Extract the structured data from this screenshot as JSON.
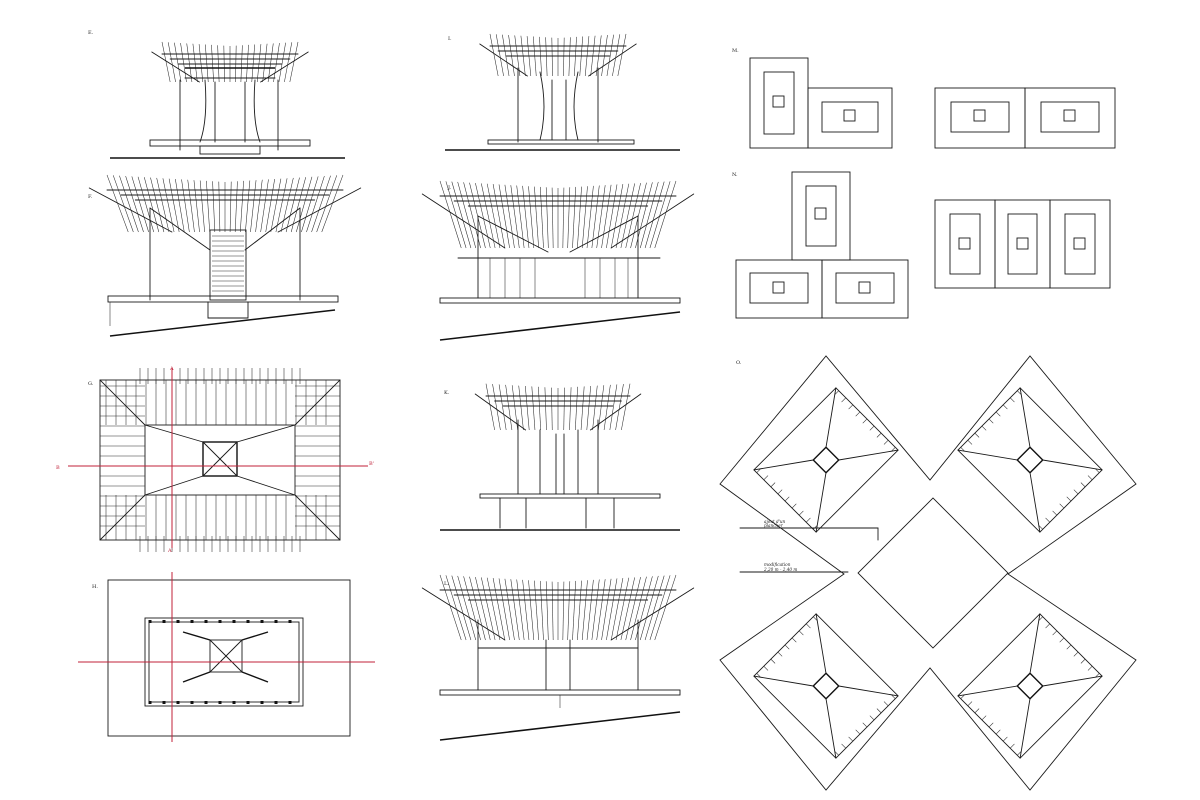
{
  "sheet": {
    "panel_labels": {
      "e": "E.",
      "f": "F.",
      "g": "G.",
      "h": "H.",
      "i": "I.",
      "j": "J.",
      "k": "K.",
      "l": "L.",
      "m": "M.",
      "n": "N.",
      "o": "O."
    },
    "section_marks": {
      "a_top": "A",
      "a_bottom": "A'",
      "b_left": "B",
      "b_right": "B'"
    },
    "annotations": {
      "note_1_line1": "ajout d'un",
      "note_1_line2": "plancher",
      "note_2_line1": "modification",
      "note_2_line2": "2,20 m - 2,40 m"
    }
  },
  "colors": {
    "ink": "#1a1a1a",
    "section_line": "#c0223a",
    "paper": "#ffffff"
  }
}
